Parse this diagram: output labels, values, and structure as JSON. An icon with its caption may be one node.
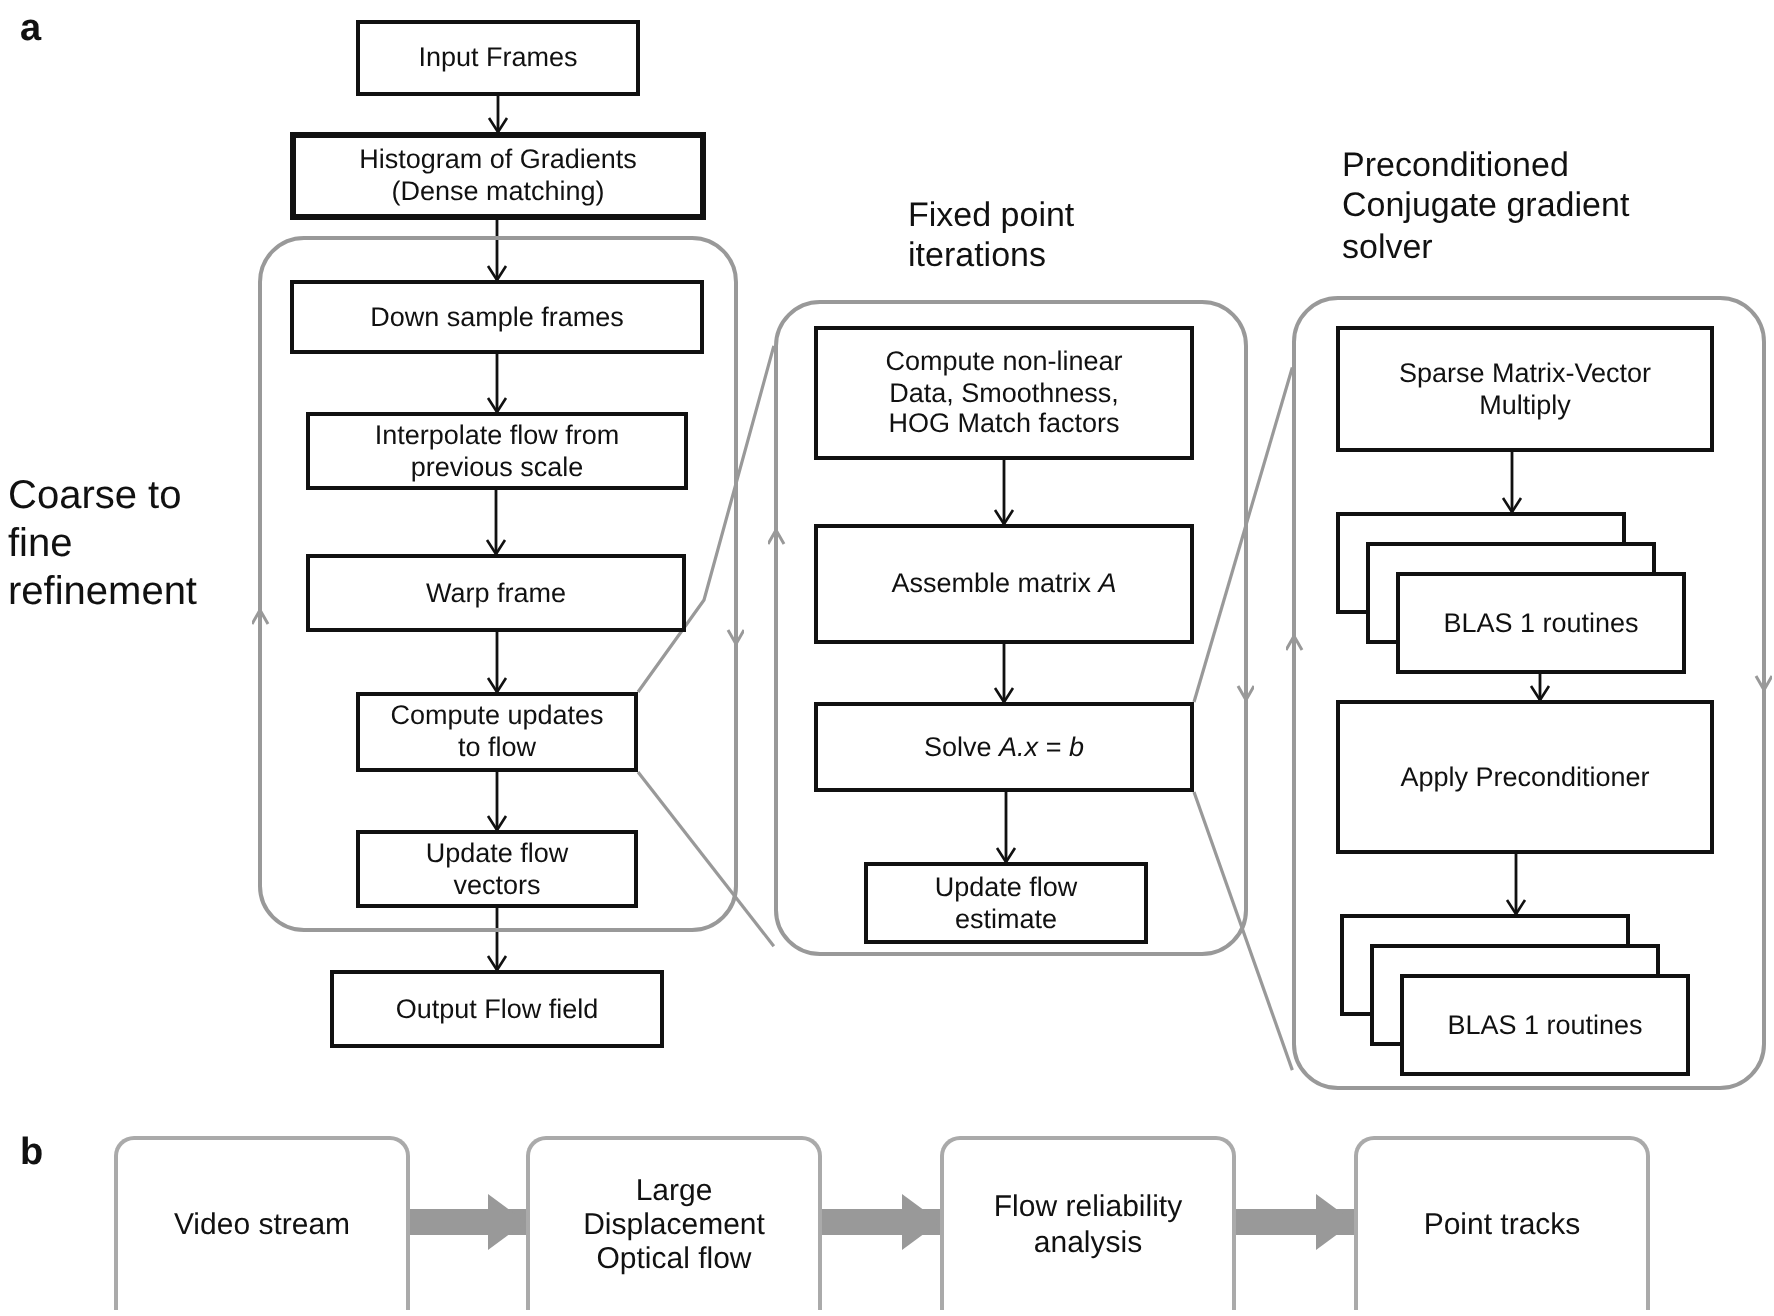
{
  "diagram": {
    "nodes": [
      {
        "text": [
          "Input Frames"
        ]
      },
      {
        "text": [
          "Histogram of Gradients (Dense matching)"
        ]
      },
      {
        "text": [
          "Coarse to fine refinement"
        ]
      },
      {
        "text": [
          "Down sample frames"
        ],
        "in": 2
      },
      {
        "text": [
          "Interpolate flow from previous scale"
        ],
        "in": 2
      },
      {
        "text": [
          "Warp frame"
        ],
        "in": 2
      },
      {
        "text": [
          "Compute updates to flow"
        ],
        "in": 2
      },
      {
        "text": [
          "Update flow vectors"
        ],
        "in": 2
      },
      {
        "text": [
          "Output Flow field"
        ]
      },
      {
        "text": [
          "Fixed point iterations"
        ]
      },
      {
        "text": [
          "Compute non-linear Data, Smoothness, HOG Match factors"
        ],
        "in": 9
      },
      {
        "text": [
          "Assemble matrix *A*"
        ],
        "in": 9
      },
      {
        "text": [
          "Solve *A.x* = *b*"
        ],
        "in": 9
      },
      {
        "text": [
          "Update flow estimate"
        ],
        "in": 9
      },
      {
        "text": [
          "Preconditioned Conjugate gradient solver"
        ]
      },
      {
        "text": [
          "Sparse Matrix-Vector Multiply"
        ],
        "in": 14
      },
      {
        "text": [
          "BLAS 1 routines"
        ],
        "in": 14
      },
      {
        "text": [
          "Apply Preconditioner"
        ],
        "in": 14
      },
      {
        "text": [
          "BLAS 1 routines"
        ],
        "in": 14
      },
      {
        "text": [
          "Video stream"
        ]
      },
      {
        "text": [
          "Large Displacement Optical flow"
        ]
      },
      {
        "text": [
          "Flow reliability analysis"
        ]
      },
      {
        "text": [
          "Point tracks"
        ]
      }
    ],
    "edges": [
      {
        "from": 0,
        "to": 1,
        "arrow": "to"
      },
      {
        "from": 1,
        "to": 3,
        "arrow": "to"
      },
      {
        "from": 3,
        "to": 4,
        "arrow": "to"
      },
      {
        "from": 4,
        "to": 5,
        "arrow": "to"
      },
      {
        "from": 5,
        "to": 6,
        "arrow": "to"
      },
      {
        "from": 6,
        "to": 7,
        "arrow": "to"
      },
      {
        "from": 7,
        "to": 8,
        "arrow": "to"
      },
      {
        "from": 6,
        "to": 9,
        "arrow": "none",
        "color": "#999999"
      },
      {
        "from": 6,
        "to": 9,
        "arrow": "none",
        "color": "#999999"
      },
      {
        "from": 10,
        "to": 11,
        "arrow": "to"
      },
      {
        "from": 11,
        "to": 12,
        "arrow": "to"
      },
      {
        "from": 12,
        "to": 13,
        "arrow": "to"
      },
      {
        "from": 12,
        "to": 14,
        "arrow": "none",
        "color": "#999999"
      },
      {
        "from": 12,
        "to": 14,
        "arrow": "none",
        "color": "#999999"
      },
      {
        "from": 15,
        "to": 16,
        "arrow": "to"
      },
      {
        "from": 16,
        "to": 17,
        "arrow": "to"
      },
      {
        "from": 17,
        "to": 18,
        "arrow": "to"
      },
      {
        "from": 19,
        "to": 20,
        "arrow": "to",
        "style": "thick",
        "color": "#999999"
      },
      {
        "from": 20,
        "to": 21,
        "arrow": "to",
        "style": "thick",
        "color": "#999999"
      },
      {
        "from": 21,
        "to": 22,
        "arrow": "to",
        "style": "thick",
        "color": "#999999"
      }
    ],
    "labels": [
      "a",
      "b"
    ]
  }
}
